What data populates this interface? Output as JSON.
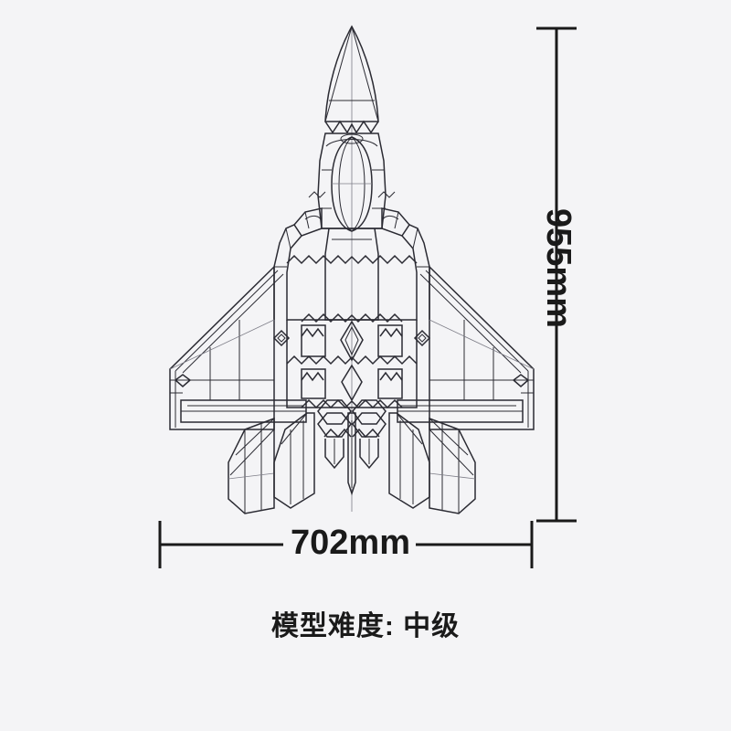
{
  "page": {
    "background_color": "#f4f4f6",
    "line_color": "#2b2b33",
    "text_color": "#1a1a1a"
  },
  "dimensions": {
    "height_label": "955mm",
    "width_label": "702mm"
  },
  "caption": {
    "text": "模型难度: 中级"
  },
  "subject": {
    "name": "stealth-fighter-jet-top-view-blueprint",
    "description": "技术线稿：隐身战斗机俯视图"
  }
}
